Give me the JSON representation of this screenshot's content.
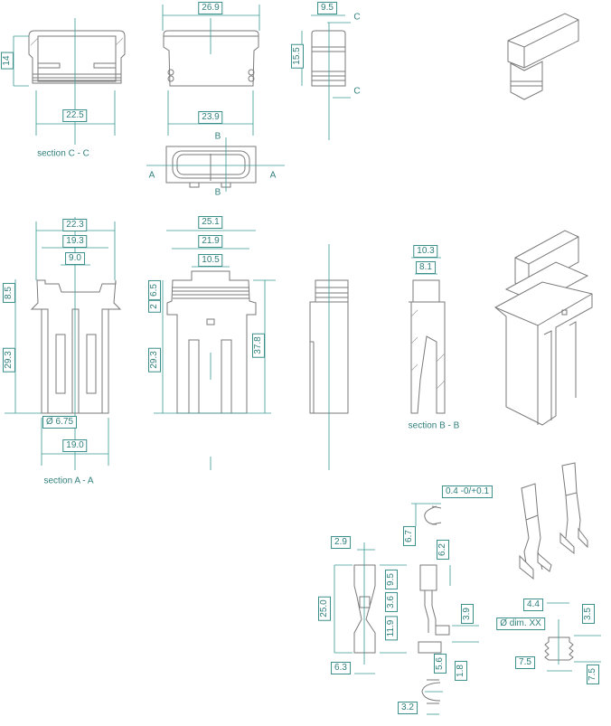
{
  "title": "Connector housing technical drawing",
  "colors": {
    "dimension": "#2e7f7b",
    "outline": "#7a7a7a"
  },
  "top_views": {
    "section_cc": {
      "label": "section C - C",
      "height": "14",
      "width": "22.5"
    },
    "front": {
      "top_width": "26.9",
      "bottom_width": "23.9"
    },
    "side": {
      "width": "9.5",
      "height": "15.5",
      "cut_top": "C",
      "cut_bottom": "C"
    },
    "plan": {
      "cut_b_top": "B",
      "cut_b_bottom": "B",
      "cut_a_left": "A",
      "cut_a_right": "A"
    }
  },
  "middle_views": {
    "section_aa": {
      "label": "section A - A",
      "w1": "22.3",
      "w2": "19.3",
      "w3": "9.0",
      "h1": "8.5",
      "h2": "29.3",
      "diameter": "Ø 6.75",
      "bottom_width": "19.0"
    },
    "front": {
      "w1": "25.1",
      "w2": "21.9",
      "w3": "10.5",
      "h1": "6.5",
      "h2": "2",
      "h3": "29.3",
      "total": "37.8"
    },
    "section_bb": {
      "label": "section B - B",
      "w1": "10.3",
      "w2": "8.1"
    }
  },
  "terminal": {
    "tolerance": "0.4 -0/+0.1",
    "h_clip": "6.7",
    "w_top": "2.9",
    "h_top_side": "6.2",
    "length": "25.0",
    "seg1": "9.5",
    "seg2": "3.6",
    "seg3": "11.9",
    "h_step": "3.9",
    "w_bottom": "6.3",
    "h_crimp": "5.6",
    "h_base": "1.8",
    "w_crimp": "3.2"
  },
  "seal": {
    "w_top": "4.4",
    "diameter": "Ø dim. XX",
    "h_top": "3.5",
    "w_body": "7.5",
    "h_body": "7.5"
  }
}
